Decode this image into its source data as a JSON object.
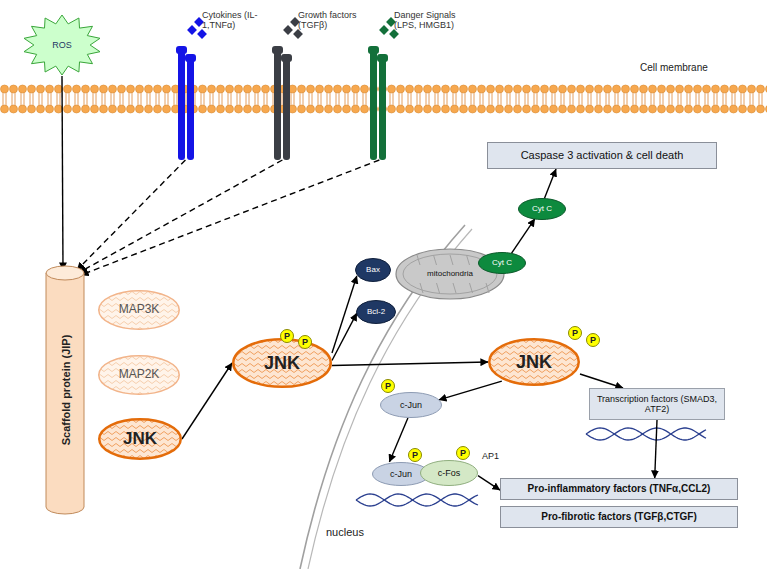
{
  "diagram": {
    "nodes": [
      {
        "text": [
          "ROS"
        ]
      },
      {
        "text": [
          "Cytokines (IL-1,TNFα)"
        ]
      },
      {
        "text": [
          "Growth factors (TGFβ)"
        ]
      },
      {
        "text": [
          "Danger Signals (LPS, HMGB1)"
        ]
      },
      {
        "text": [
          "Caspase 3 activation & cell death"
        ]
      },
      {
        "text": [
          "Cyt C"
        ]
      },
      {
        "text": [
          "mitochondria"
        ]
      },
      {
        "text": [
          "Cyt C"
        ]
      },
      {
        "text": [
          "Bax"
        ]
      },
      {
        "text": [
          "Bcl-2"
        ]
      },
      {
        "text": [
          "Scaffold protein (JIP)"
        ]
      },
      {
        "text": [
          "MAP3K"
        ]
      },
      {
        "text": [
          "MAP2K"
        ]
      },
      {
        "text": [
          "JNK"
        ]
      },
      {
        "text": [
          "JNK"
        ]
      },
      {
        "text": [
          "JNK"
        ]
      },
      {
        "text": [
          "c-Jun"
        ]
      },
      {
        "text": [
          "c-Jun"
        ]
      },
      {
        "text": [
          "c-Fos"
        ]
      },
      {
        "text": [
          "Transcription factors (SMAD3, ATF2)"
        ]
      },
      {
        "text": [
          "Pro-inflammatory factors (TNFα,CCL2)"
        ]
      },
      {
        "text": [
          "Pro-fibrotic factors (TGFβ,CTGF)"
        ]
      }
    ],
    "edges": [
      {
        "from": 0,
        "to": 10,
        "arrow": "to"
      },
      {
        "from": 1,
        "to": 10,
        "arrow": "to"
      },
      {
        "from": 2,
        "to": 10,
        "arrow": "to"
      },
      {
        "from": 3,
        "to": 10,
        "arrow": "to"
      },
      {
        "from": 13,
        "to": 14,
        "arrow": "to"
      },
      {
        "from": 14,
        "to": 8,
        "arrow": "to"
      },
      {
        "from": 14,
        "to": 9,
        "arrow": "to"
      },
      {
        "from": 7,
        "to": 5,
        "arrow": "to"
      },
      {
        "from": 5,
        "to": 4,
        "arrow": "to"
      },
      {
        "from": 14,
        "to": 15,
        "arrow": "to"
      },
      {
        "from": 15,
        "to": 16,
        "arrow": "to"
      },
      {
        "from": 16,
        "to": 17,
        "arrow": "to"
      },
      {
        "from": 18,
        "to": 20,
        "arrow": "to"
      },
      {
        "from": 15,
        "to": 19,
        "arrow": "to"
      },
      {
        "from": 19,
        "to": 20,
        "arrow": "to"
      }
    ],
    "labels": [
      "Cell membrane",
      "P",
      "P",
      "P",
      "P",
      "P",
      "P",
      "P",
      "AP1",
      "nucleus"
    ]
  }
}
